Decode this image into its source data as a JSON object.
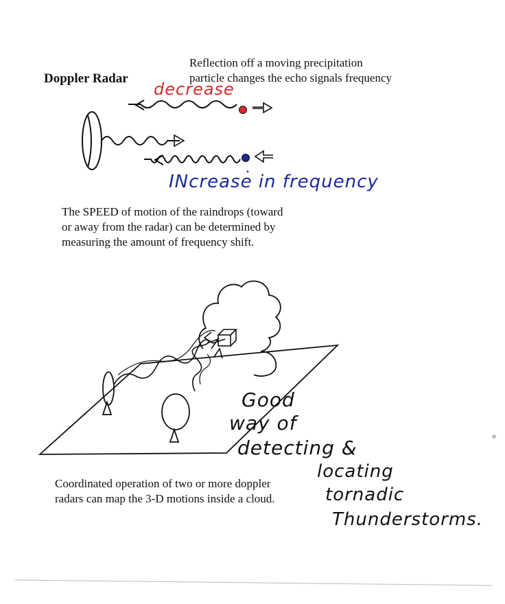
{
  "title": "Doppler Radar",
  "caption_top": [
    "Reflection off a moving precipitation",
    "particle changes the echo signals frequency"
  ],
  "label_decrease": "decrease",
  "label_increase": "INcrease in frequency",
  "paragraph_speed": [
    "The SPEED of motion of the raindrops (toward",
    "or away from the radar) can be determined by",
    "measuring the amount of frequency shift."
  ],
  "paragraph_coordinated": [
    "Coordinated operation of two or more doppler",
    "radars can map the 3-D motions inside a cloud."
  ],
  "note_handwritten": [
    "Good",
    "way of",
    "detecting &",
    "locating",
    "tornadic",
    "Thunderstorms."
  ],
  "colors": {
    "ink": "#111111",
    "red": "#d42a2a",
    "blue": "#1c2a9a",
    "paper": "#ffffff"
  }
}
